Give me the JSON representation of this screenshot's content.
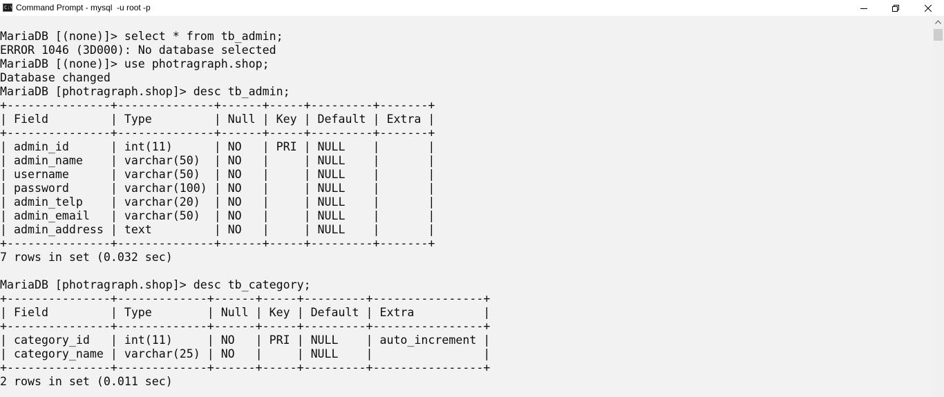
{
  "window": {
    "title": "Command Prompt - mysql  -u root -p",
    "icon_glyph": "C:\\"
  },
  "console": {
    "lines": [
      "MariaDB [(none)]> select * from tb_admin;",
      "ERROR 1046 (3D000): No database selected",
      "MariaDB [(none)]> use photragraph.shop;",
      "Database changed",
      "MariaDB [photragraph.shop]> desc tb_admin;",
      "+---------------+--------------+------+-----+---------+-------+",
      "| Field         | Type         | Null | Key | Default | Extra |",
      "+---------------+--------------+------+-----+---------+-------+",
      "| admin_id      | int(11)      | NO   | PRI | NULL    |       |",
      "| admin_name    | varchar(50)  | NO   |     | NULL    |       |",
      "| username      | varchar(50)  | NO   |     | NULL    |       |",
      "| password      | varchar(100) | NO   |     | NULL    |       |",
      "| admin_telp    | varchar(20)  | NO   |     | NULL    |       |",
      "| admin_email   | varchar(50)  | NO   |     | NULL    |       |",
      "| admin_address | text         | NO   |     | NULL    |       |",
      "+---------------+--------------+------+-----+---------+-------+",
      "7 rows in set (0.032 sec)",
      "",
      "MariaDB [photragraph.shop]> desc tb_category;",
      "+---------------+-------------+------+-----+---------+----------------+",
      "| Field         | Type        | Null | Key | Default | Extra          |",
      "+---------------+-------------+------+-----+---------+----------------+",
      "| category_id   | int(11)     | NO   | PRI | NULL    | auto_increment |",
      "| category_name | varchar(25) | NO   |     | NULL    |                |",
      "+---------------+-------------+------+-----+---------+----------------+",
      "2 rows in set (0.011 sec)"
    ]
  },
  "colors": {
    "console_background": "#f2f2f2",
    "console_text": "#0c0c0c",
    "titlebar_background": "#ffffff"
  },
  "icons": {
    "app": "cmd-icon",
    "minimize": "minimize-icon",
    "maximize": "restore-icon",
    "close": "close-icon",
    "scroll_up": "arrow-up-icon"
  }
}
